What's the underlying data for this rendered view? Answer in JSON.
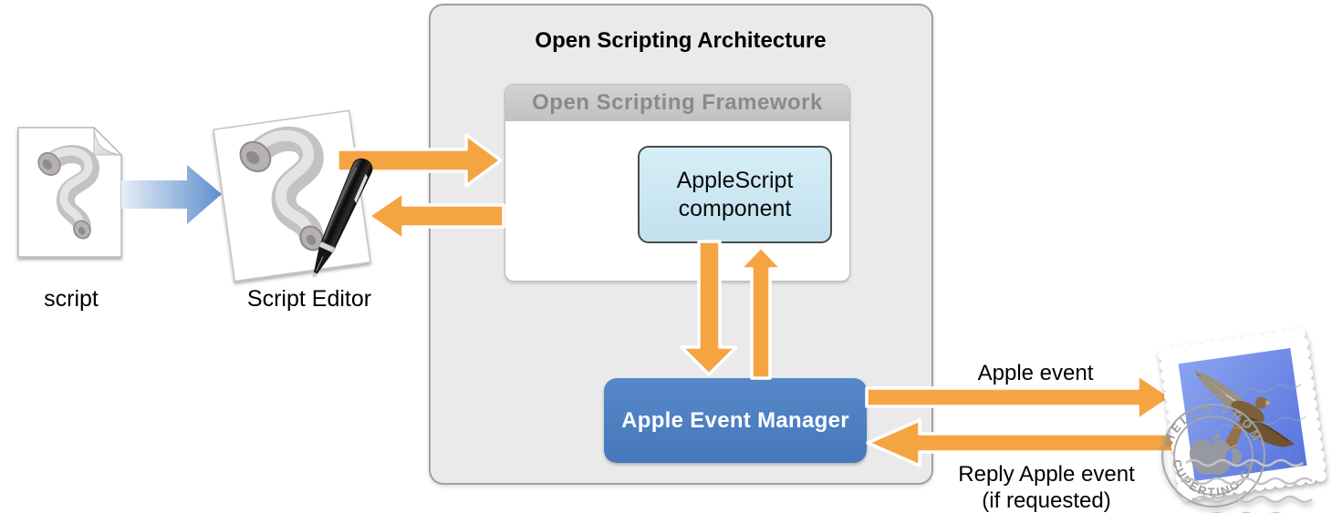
{
  "diagram": {
    "title": "Open Scripting Architecture",
    "framework_title": "Open Scripting Framework",
    "component_line1": "AppleScript",
    "component_line2": "component",
    "event_manager_label": "Apple Event Manager",
    "script_label": "script",
    "script_editor_label": "Script Editor",
    "apple_event_label": "Apple event",
    "reply_line1": "Reply Apple event",
    "reply_line2": "(if requested)",
    "postmark_top": "HELLO FROM",
    "postmark_bottom": "CUPERTINO CA",
    "colors": {
      "arrow_orange": "#F5A442",
      "arrow_blue_gradient_end": "#6496CF",
      "event_manager_blue": "#4A7EC1",
      "component_fill": "#C9E6F1",
      "framework_header_gray": "#C7C7C7",
      "architecture_fill": "#EAEAEA",
      "stamp_blue": "#6B8CE4"
    }
  }
}
